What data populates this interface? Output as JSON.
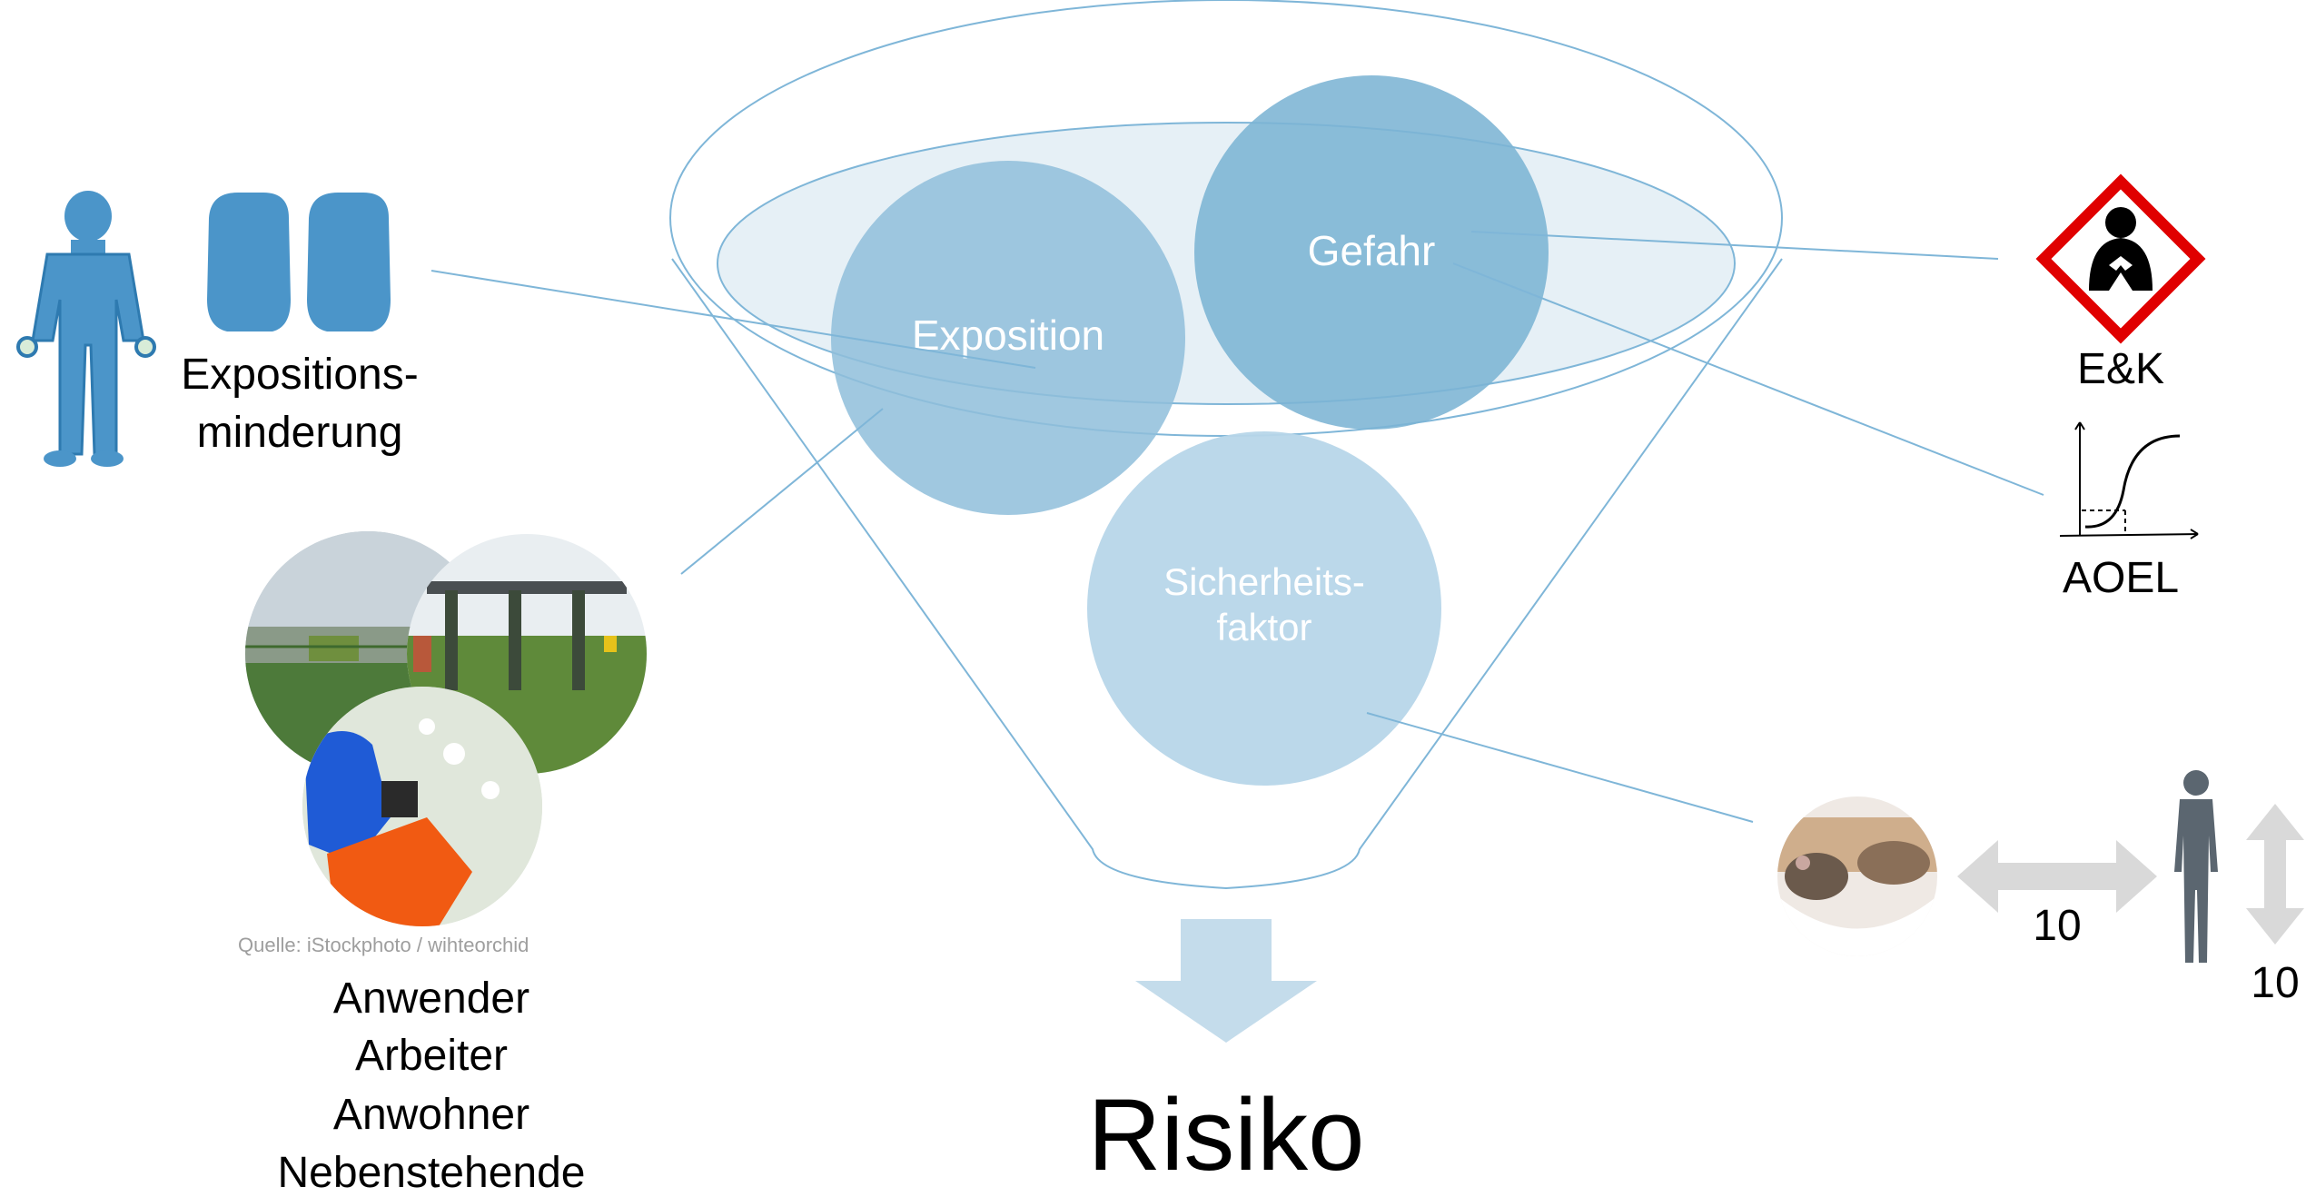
{
  "funnel": {
    "circle_exposure": "Exposition",
    "circle_hazard": "Gefahr",
    "circle_safety_line1": "Sicherheits-",
    "circle_safety_line2": "faktor"
  },
  "result": {
    "label": "Risiko"
  },
  "left": {
    "reduction_line1": "Expositions-",
    "reduction_line2": "minderung",
    "photo_credit": "Quelle: iStockphoto / wihteorchid",
    "groups": [
      "Anwender",
      "Arbeiter",
      "Anwohner",
      "Nebenstehende"
    ]
  },
  "right": {
    "hazard_symbol_label": "E&K",
    "dose_response_label": "AOEL",
    "interspecies_factor": "10",
    "intraspecies_factor": "10"
  },
  "colors": {
    "funnel_line": "#7fb6d8",
    "funnel_fill": "#e6f0f6",
    "circle_dark": "#7cb4d4",
    "circle_mid": "#8fbedb",
    "circle_light": "#b7d6e9",
    "arrow": "#c4dceb",
    "human_icon": "#3f8fc4",
    "hazard_red": "#e00000",
    "gray_arrow": "#d9d9d9",
    "silhouette": "#5b6670"
  },
  "icons": [
    "human-figure-icon",
    "glove-icon",
    "ghs-health-hazard-icon",
    "dose-response-curve-icon",
    "mouse-photo",
    "human-silhouette-icon",
    "double-arrow-icon"
  ]
}
